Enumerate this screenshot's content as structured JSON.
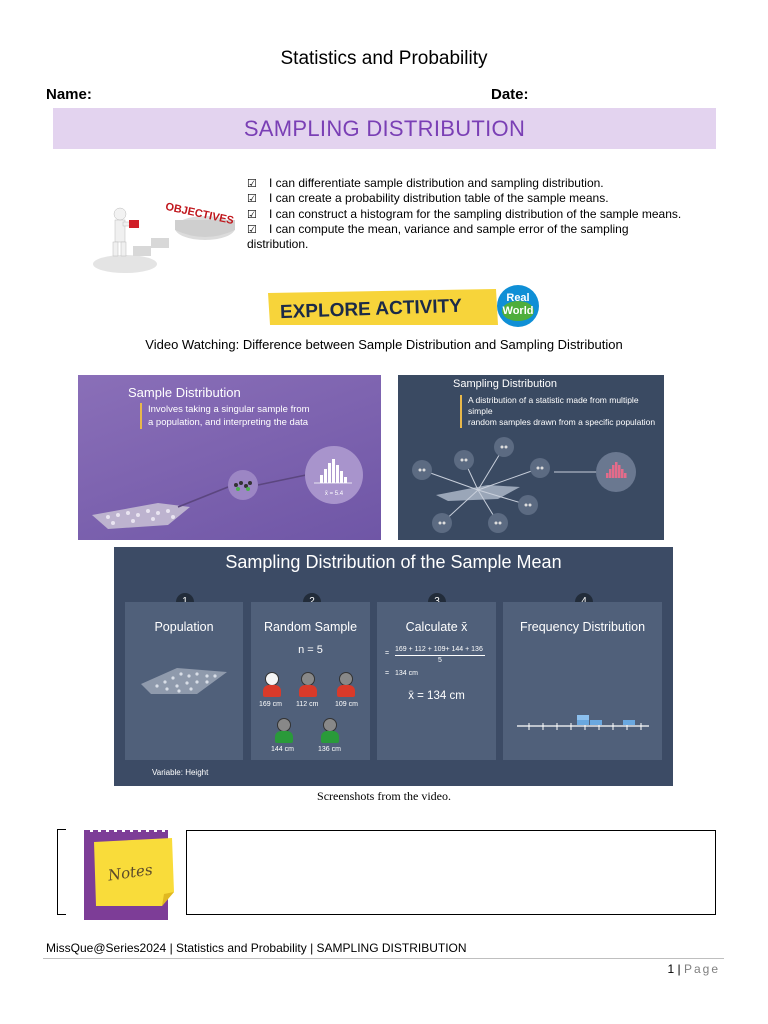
{
  "header": {
    "title": "Statistics and Probability",
    "name_label": "Name:",
    "date_label": "Date:"
  },
  "banner": {
    "title": "SAMPLING DISTRIBUTION",
    "color": "#7a3fb5",
    "background": "#e3d3ef"
  },
  "objectives_image": {
    "text": "OBJECTIVES"
  },
  "objectives": [
    "I can differentiate sample distribution and sampling distribution.",
    "I can create a probability distribution table of the sample means.",
    "I can construct a histogram for the sampling distribution of the sample means.",
    "I can compute the mean, variance and sample error of the sampling",
    "distribution."
  ],
  "explore": {
    "text": "EXPLORE ACTIVITY",
    "badge_line1": "Real",
    "badge_line2": "World"
  },
  "video_caption": "Video Watching: Difference between Sample Distribution and Sampling Distribution",
  "screenshot1": {
    "title": "Sample Distribution",
    "desc_line1": "Involves taking a singular sample from",
    "desc_line2": "a population, and interpreting the data",
    "stat": "x̄ = 5.4"
  },
  "screenshot2": {
    "title": "Sampling Distribution",
    "desc_line1": "A distribution of a statistic made from multiple simple",
    "desc_line2": "random samples drawn from a specific population"
  },
  "screenshot3": {
    "title": "Sampling Distribution of the Sample Mean",
    "panels": [
      {
        "num": "1",
        "title": "Population",
        "footer": "Variable: Height"
      },
      {
        "num": "2",
        "title": "Random Sample",
        "n": "n = 5",
        "heights": [
          "169 cm",
          "112 cm",
          "109 cm",
          "144 cm",
          "136 cm"
        ]
      },
      {
        "num": "3",
        "title": "Calculate x̄",
        "numerator": "169 + 112  + 109+ 144 + 136",
        "denominator": "5",
        "result_small": "134 cm",
        "result": "x̄  = 134 cm"
      },
      {
        "num": "4",
        "title": "Frequency Distribution"
      }
    ]
  },
  "screenshots_caption": "Screenshots from the video.",
  "notes": {
    "label": "Notes"
  },
  "footer": {
    "text": "MissQue@Series2024 | Statistics and Probability | SAMPLING DISTRIBUTION",
    "page_number": "1",
    "page_sep": " | ",
    "page_label": "Page"
  }
}
